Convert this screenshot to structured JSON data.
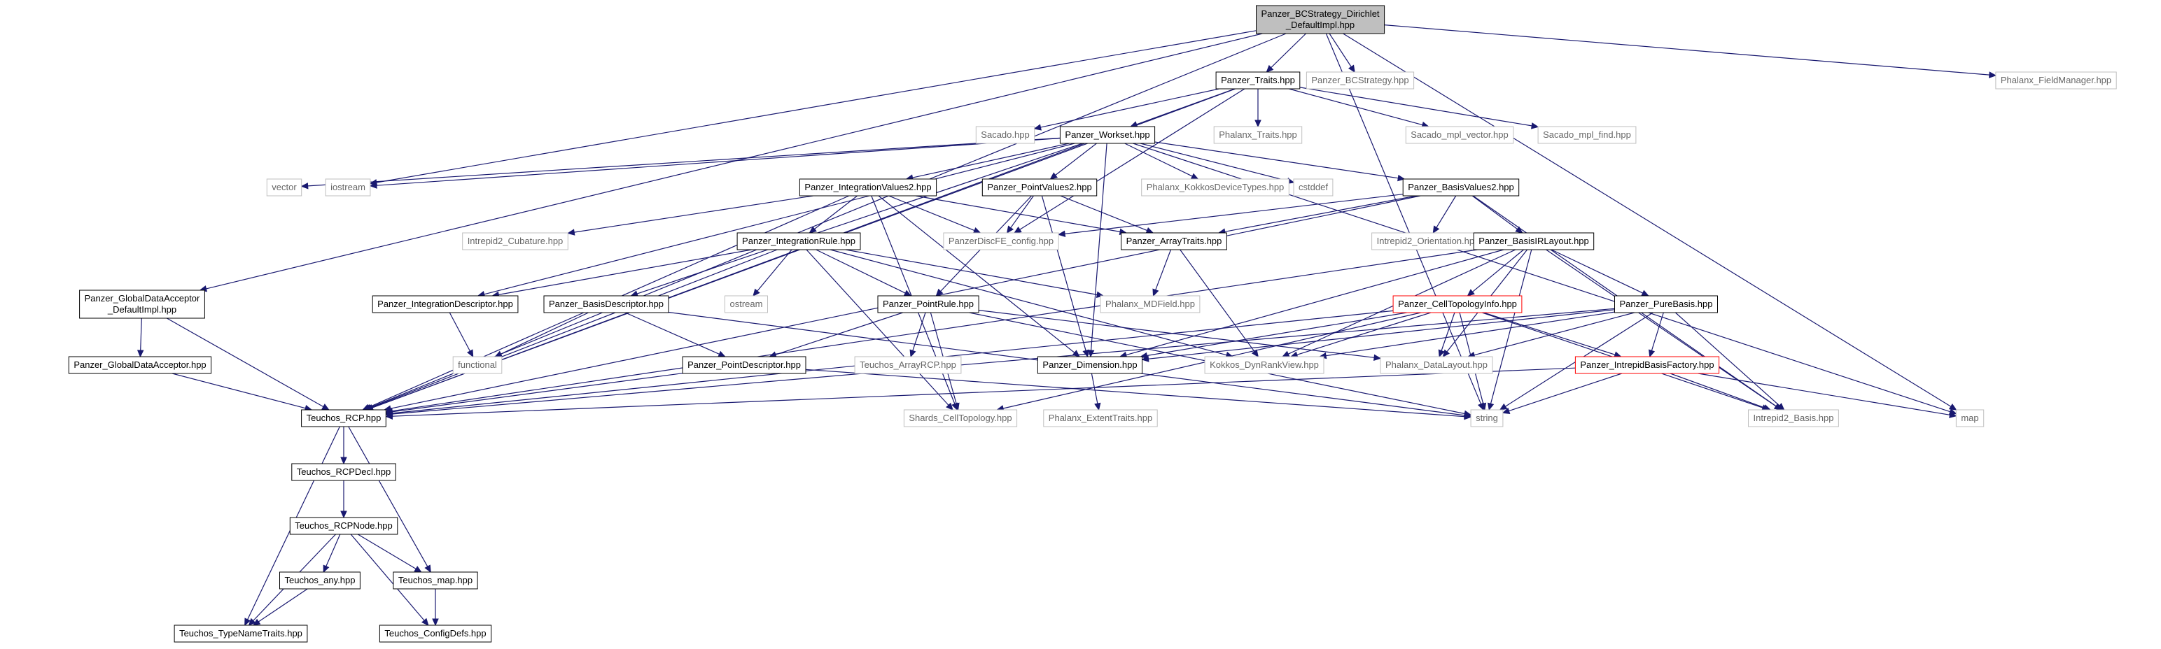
{
  "colors": {
    "edge": "#191970",
    "root_fill": "#bfbfbf",
    "normal_border": "#000000",
    "external_border": "#bfbfbf",
    "external_text": "#666666",
    "highlighted_border": "#ff0000"
  },
  "nodes": [
    {
      "id": "root",
      "lines": [
        "Panzer_BCStrategy_Dirichlet",
        "_DefaultImpl.hpp"
      ],
      "style": "root"
    },
    {
      "id": "traits",
      "lines": [
        "Panzer_Traits.hpp"
      ],
      "style": "normal"
    },
    {
      "id": "bcstrategy",
      "lines": [
        "Panzer_BCStrategy.hpp"
      ],
      "style": "external"
    },
    {
      "id": "phx_fm",
      "lines": [
        "Phalanx_FieldManager.hpp"
      ],
      "style": "external"
    },
    {
      "id": "sacado",
      "lines": [
        "Sacado.hpp"
      ],
      "style": "external"
    },
    {
      "id": "workset",
      "lines": [
        "Panzer_Workset.hpp"
      ],
      "style": "normal"
    },
    {
      "id": "phx_traits",
      "lines": [
        "Phalanx_Traits.hpp"
      ],
      "style": "external"
    },
    {
      "id": "sacado_vec",
      "lines": [
        "Sacado_mpl_vector.hpp"
      ],
      "style": "external"
    },
    {
      "id": "sacado_find",
      "lines": [
        "Sacado_mpl_find.hpp"
      ],
      "style": "external"
    },
    {
      "id": "vector",
      "lines": [
        "vector"
      ],
      "style": "external"
    },
    {
      "id": "iostream",
      "lines": [
        "iostream"
      ],
      "style": "external"
    },
    {
      "id": "intvalues",
      "lines": [
        "Panzer_IntegrationValues2.hpp"
      ],
      "style": "normal"
    },
    {
      "id": "ptvalues",
      "lines": [
        "Panzer_PointValues2.hpp"
      ],
      "style": "normal"
    },
    {
      "id": "phx_kdt",
      "lines": [
        "Phalanx_KokkosDeviceTypes.hpp"
      ],
      "style": "external"
    },
    {
      "id": "cstddef",
      "lines": [
        "cstddef"
      ],
      "style": "external"
    },
    {
      "id": "basisvalues",
      "lines": [
        "Panzer_BasisValues2.hpp"
      ],
      "style": "normal"
    },
    {
      "id": "intrepid_cub",
      "lines": [
        "Intrepid2_Cubature.hpp"
      ],
      "style": "external"
    },
    {
      "id": "pdfe",
      "lines": [
        "PanzerDiscFE_config.hpp"
      ],
      "style": "external"
    },
    {
      "id": "arraytraits",
      "lines": [
        "Panzer_ArrayTraits.hpp"
      ],
      "style": "normal"
    },
    {
      "id": "intrepid_orient",
      "lines": [
        "Intrepid2_Orientation.hpp"
      ],
      "style": "external"
    },
    {
      "id": "basisirl",
      "lines": [
        "Panzer_BasisIRLayout.hpp"
      ],
      "style": "normal"
    },
    {
      "id": "intrule",
      "lines": [
        "Panzer_IntegrationRule.hpp"
      ],
      "style": "normal"
    },
    {
      "id": "gda_impl",
      "lines": [
        "Panzer_GlobalDataAcceptor",
        "_DefaultImpl.hpp"
      ],
      "style": "normal"
    },
    {
      "id": "intdesc",
      "lines": [
        "Panzer_IntegrationDescriptor.hpp"
      ],
      "style": "normal"
    },
    {
      "id": "basisdesc",
      "lines": [
        "Panzer_BasisDescriptor.hpp"
      ],
      "style": "normal"
    },
    {
      "id": "ostream",
      "lines": [
        "ostream"
      ],
      "style": "external"
    },
    {
      "id": "ptrule",
      "lines": [
        "Panzer_PointRule.hpp"
      ],
      "style": "normal"
    },
    {
      "id": "mdfield",
      "lines": [
        "Phalanx_MDField.hpp"
      ],
      "style": "external"
    },
    {
      "id": "celltopo",
      "lines": [
        "Panzer_CellTopologyInfo.hpp"
      ],
      "style": "highlighted"
    },
    {
      "id": "purebasis",
      "lines": [
        "Panzer_PureBasis.hpp"
      ],
      "style": "normal"
    },
    {
      "id": "functional",
      "lines": [
        "functional"
      ],
      "style": "external"
    },
    {
      "id": "gda",
      "lines": [
        "Panzer_GlobalDataAcceptor.hpp"
      ],
      "style": "normal"
    },
    {
      "id": "ptdesc",
      "lines": [
        "Panzer_PointDescriptor.hpp"
      ],
      "style": "normal"
    },
    {
      "id": "teuchos_arrayrcp",
      "lines": [
        "Teuchos_ArrayRCP.hpp"
      ],
      "style": "external"
    },
    {
      "id": "dimension",
      "lines": [
        "Panzer_Dimension.hpp"
      ],
      "style": "normal"
    },
    {
      "id": "kokkos_drv",
      "lines": [
        "Kokkos_DynRankView.hpp"
      ],
      "style": "external"
    },
    {
      "id": "phx_dl",
      "lines": [
        "Phalanx_DataLayout.hpp"
      ],
      "style": "external"
    },
    {
      "id": "ibf",
      "lines": [
        "Panzer_IntrepidBasisFactory.hpp"
      ],
      "style": "highlighted"
    },
    {
      "id": "map",
      "lines": [
        "map"
      ],
      "style": "external"
    },
    {
      "id": "rcp",
      "lines": [
        "Teuchos_RCP.hpp"
      ],
      "style": "normal"
    },
    {
      "id": "shards",
      "lines": [
        "Shards_CellTopology.hpp"
      ],
      "style": "external"
    },
    {
      "id": "phx_et",
      "lines": [
        "Phalanx_ExtentTraits.hpp"
      ],
      "style": "external"
    },
    {
      "id": "string",
      "lines": [
        "string"
      ],
      "style": "external"
    },
    {
      "id": "intrepid_basis",
      "lines": [
        "Intrepid2_Basis.hpp"
      ],
      "style": "external"
    },
    {
      "id": "rcpdecl",
      "lines": [
        "Teuchos_RCPDecl.hpp"
      ],
      "style": "normal"
    },
    {
      "id": "rcpnode",
      "lines": [
        "Teuchos_RCPNode.hpp"
      ],
      "style": "normal"
    },
    {
      "id": "teuchos_any",
      "lines": [
        "Teuchos_any.hpp"
      ],
      "style": "normal"
    },
    {
      "id": "teuchos_map",
      "lines": [
        "Teuchos_map.hpp"
      ],
      "style": "normal"
    },
    {
      "id": "typenametraits",
      "lines": [
        "Teuchos_TypeNameTraits.hpp"
      ],
      "style": "normal"
    },
    {
      "id": "configdefs",
      "lines": [
        "Teuchos_ConfigDefs.hpp"
      ],
      "style": "normal"
    }
  ],
  "edges": [
    [
      "root",
      "traits"
    ],
    [
      "root",
      "bcstrategy"
    ],
    [
      "root",
      "phx_fm"
    ],
    [
      "root",
      "gda_impl"
    ],
    [
      "root",
      "rcp"
    ],
    [
      "root",
      "iostream"
    ],
    [
      "root",
      "string"
    ],
    [
      "root",
      "map"
    ],
    [
      "traits",
      "sacado"
    ],
    [
      "traits",
      "workset"
    ],
    [
      "traits",
      "phx_traits"
    ],
    [
      "traits",
      "sacado_vec"
    ],
    [
      "traits",
      "sacado_find"
    ],
    [
      "traits",
      "rcp"
    ],
    [
      "traits",
      "pdfe"
    ],
    [
      "workset",
      "vector"
    ],
    [
      "workset",
      "iostream"
    ],
    [
      "workset",
      "intvalues"
    ],
    [
      "workset",
      "ptvalues"
    ],
    [
      "workset",
      "phx_kdt"
    ],
    [
      "workset",
      "cstddef"
    ],
    [
      "workset",
      "basisvalues"
    ],
    [
      "workset",
      "intdesc"
    ],
    [
      "workset",
      "basisdesc"
    ],
    [
      "workset",
      "map"
    ],
    [
      "workset",
      "dimension"
    ],
    [
      "workset",
      "rcp"
    ],
    [
      "intvalues",
      "intrepid_cub"
    ],
    [
      "intvalues",
      "pdfe"
    ],
    [
      "intvalues",
      "arraytraits"
    ],
    [
      "intvalues",
      "intrule"
    ],
    [
      "intvalues",
      "rcp"
    ],
    [
      "intvalues",
      "dimension"
    ],
    [
      "intvalues",
      "shards"
    ],
    [
      "ptvalues",
      "pdfe"
    ],
    [
      "ptvalues",
      "arraytraits"
    ],
    [
      "ptvalues",
      "ptrule"
    ],
    [
      "ptvalues",
      "dimension"
    ],
    [
      "basisvalues",
      "intrepid_orient"
    ],
    [
      "basisvalues",
      "arraytraits"
    ],
    [
      "basisvalues",
      "basisirl"
    ],
    [
      "basisvalues",
      "pdfe"
    ],
    [
      "basisvalues",
      "intrepid_basis"
    ],
    [
      "basisvalues",
      "rcp"
    ],
    [
      "arraytraits",
      "mdfield"
    ],
    [
      "arraytraits",
      "kokkos_drv"
    ],
    [
      "basisirl",
      "celltopo"
    ],
    [
      "basisirl",
      "purebasis"
    ],
    [
      "basisirl",
      "dimension"
    ],
    [
      "basisirl",
      "string"
    ],
    [
      "basisirl",
      "phx_dl"
    ],
    [
      "basisirl",
      "kokkos_drv"
    ],
    [
      "basisirl",
      "intrepid_basis"
    ],
    [
      "basisirl",
      "rcp"
    ],
    [
      "intrule",
      "intdesc"
    ],
    [
      "intrule",
      "ostream"
    ],
    [
      "intrule",
      "ptrule"
    ],
    [
      "intrule",
      "mdfield"
    ],
    [
      "intrule",
      "rcp"
    ],
    [
      "intrule",
      "kokkos_drv"
    ],
    [
      "intrule",
      "shards"
    ],
    [
      "gda_impl",
      "gda"
    ],
    [
      "gda_impl",
      "rcp"
    ],
    [
      "gda",
      "rcp"
    ],
    [
      "intdesc",
      "functional"
    ],
    [
      "basisdesc",
      "functional"
    ],
    [
      "basisdesc",
      "ptdesc"
    ],
    [
      "basisdesc",
      "string"
    ],
    [
      "ptrule",
      "ptdesc"
    ],
    [
      "ptrule",
      "teuchos_arrayrcp"
    ],
    [
      "ptrule",
      "shards"
    ],
    [
      "ptrule",
      "phx_dl"
    ],
    [
      "ptrule",
      "string"
    ],
    [
      "ptdesc",
      "rcp"
    ],
    [
      "ptdesc",
      "string"
    ],
    [
      "celltopo",
      "dimension"
    ],
    [
      "celltopo",
      "phx_dl"
    ],
    [
      "celltopo",
      "kokkos_drv"
    ],
    [
      "celltopo",
      "ibf"
    ],
    [
      "celltopo",
      "string"
    ],
    [
      "celltopo",
      "shards"
    ],
    [
      "celltopo",
      "rcp"
    ],
    [
      "celltopo",
      "intrepid_basis"
    ],
    [
      "purebasis",
      "dimension"
    ],
    [
      "purebasis",
      "phx_dl"
    ],
    [
      "purebasis",
      "ibf"
    ],
    [
      "purebasis",
      "string"
    ],
    [
      "purebasis",
      "intrepid_basis"
    ],
    [
      "purebasis",
      "rcp"
    ],
    [
      "purebasis",
      "kokkos_drv"
    ],
    [
      "ibf",
      "intrepid_basis"
    ],
    [
      "ibf",
      "rcp"
    ],
    [
      "ibf",
      "string"
    ],
    [
      "ibf",
      "map"
    ],
    [
      "dimension",
      "phx_et"
    ],
    [
      "rcp",
      "rcpdecl"
    ],
    [
      "rcp",
      "teuchos_map"
    ],
    [
      "rcp",
      "typenametraits"
    ],
    [
      "rcpdecl",
      "rcpnode"
    ],
    [
      "rcpnode",
      "teuchos_any"
    ],
    [
      "rcpnode",
      "teuchos_map"
    ],
    [
      "rcpnode",
      "typenametraits"
    ],
    [
      "rcpnode",
      "configdefs"
    ],
    [
      "teuchos_any",
      "typenametraits"
    ],
    [
      "teuchos_map",
      "configdefs"
    ]
  ]
}
